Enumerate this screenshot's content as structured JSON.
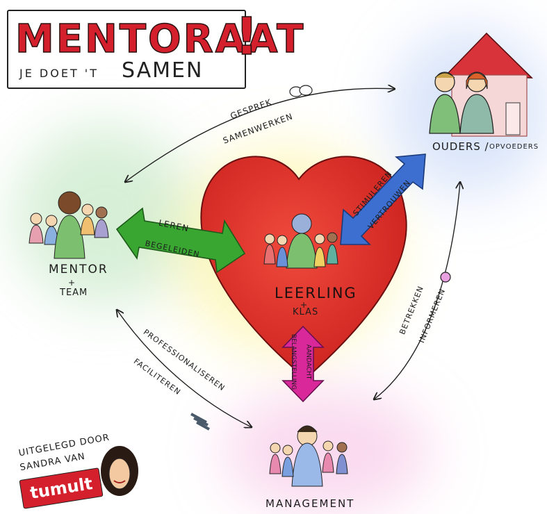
{
  "title": {
    "main": "MENTORAAT",
    "exclamation": "!",
    "sub_prefix": "JE DOET 'T",
    "sub_emphasis": "SAMEN"
  },
  "nodes": {
    "center": {
      "name": "LEERLING",
      "plus": "+",
      "sub": "KLAS"
    },
    "mentor": {
      "name": "MENTOR",
      "plus": "+",
      "sub": "TEAM"
    },
    "parents": {
      "name": "OUDERS /",
      "sub": "OPVOEDERS"
    },
    "management": {
      "name": "MANAGEMENT"
    }
  },
  "arrows": {
    "mentor_leerling": [
      "LEREN",
      "BEGELEIDEN"
    ],
    "ouders_leerling": [
      "STIMULEREN",
      "VERTROUWEN"
    ],
    "management_leerling": [
      "BELANGSTELLING",
      "AANDACHT"
    ],
    "mentor_ouders": [
      "GESPREK",
      "SAMENWERKEN"
    ],
    "mentor_management": [
      "PROFESSIONALISEREN",
      "FACILITEREN"
    ],
    "ouders_management": [
      "BETREKKEN",
      "INFORMEREN"
    ]
  },
  "credit": {
    "line1": "UITGELEGD DOOR",
    "line2": "SANDRA VAN",
    "brand": "tumult"
  },
  "colors": {
    "heart": "#dc2622",
    "title_red": "#d4202c",
    "arrow_green": "#3aa632",
    "arrow_blue": "#3d6fd1",
    "arrow_pink": "#d9289a",
    "house_red": "#d8323a"
  }
}
